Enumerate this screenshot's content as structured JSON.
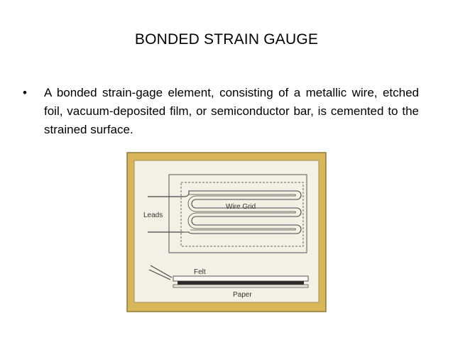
{
  "slide": {
    "title": "BONDED STRAIN GAUGE",
    "bullet": "A bonded strain-gage element, consisting of a metallic wire, etched foil, vacuum-deposited film, or semiconductor bar, is cemented to the strained surface."
  },
  "figure": {
    "labels": {
      "leads": "Leads",
      "wire_grid": "Wire Grid",
      "felt": "Felt",
      "paper": "Paper"
    },
    "colors": {
      "frame": "#d9b65a",
      "frame_border": "#8c7a3c",
      "inner_bg": "#f3f0e6",
      "line": "#555555"
    }
  }
}
